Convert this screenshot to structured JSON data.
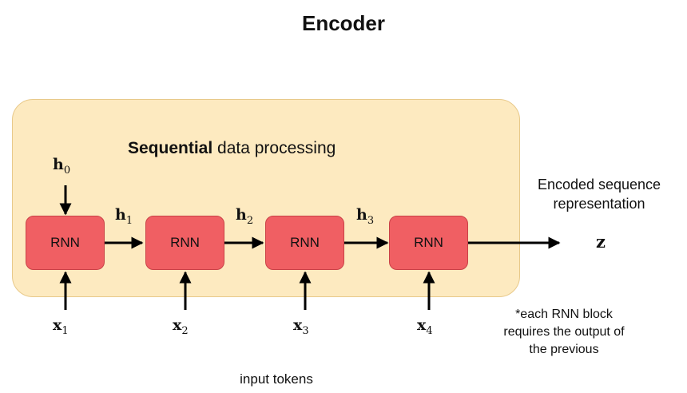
{
  "title": "Encoder",
  "panel": {
    "bold": "Sequential",
    "rest": " data processing"
  },
  "blocks": [
    "RNN",
    "RNN",
    "RNN",
    "RNN"
  ],
  "hidden": [
    {
      "base": "h",
      "sub": "0"
    },
    {
      "base": "h",
      "sub": "1"
    },
    {
      "base": "h",
      "sub": "2"
    },
    {
      "base": "h",
      "sub": "3"
    }
  ],
  "inputs": [
    {
      "base": "x",
      "sub": "1"
    },
    {
      "base": "x",
      "sub": "2"
    },
    {
      "base": "x",
      "sub": "3"
    },
    {
      "base": "x",
      "sub": "4"
    }
  ],
  "output": {
    "symbol": "z",
    "label_line1": "Encoded sequence",
    "label_line2": "representation"
  },
  "footnote": {
    "line1": "*each RNN block",
    "line2": "requires the output of",
    "line3": "the previous"
  },
  "input_caption": "input tokens"
}
